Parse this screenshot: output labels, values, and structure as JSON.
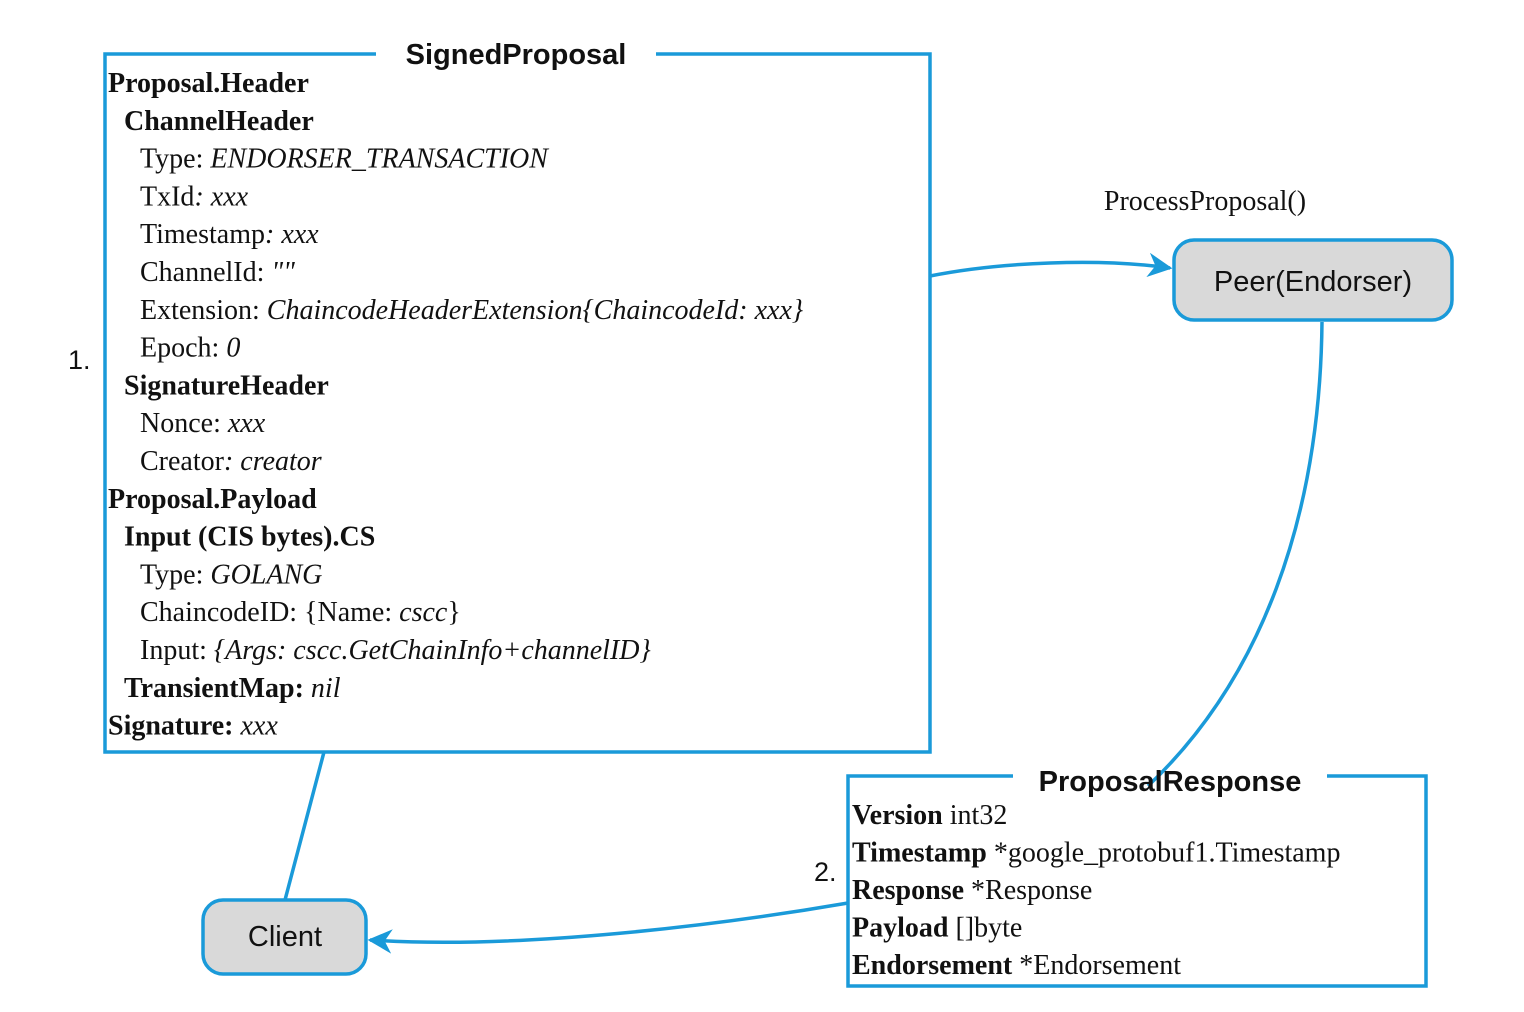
{
  "signed_proposal": {
    "title": "SignedProposal",
    "step": "1.",
    "lines": [
      {
        "indent": 0,
        "parts": [
          {
            "t": "Proposal.Header",
            "s": "b"
          }
        ]
      },
      {
        "indent": 1,
        "parts": [
          {
            "t": "ChannelHeader",
            "s": "b"
          }
        ]
      },
      {
        "indent": 2,
        "parts": [
          {
            "t": "Type: "
          },
          {
            "t": "ENDORSER_TRANSACTION",
            "s": "i"
          }
        ]
      },
      {
        "indent": 2,
        "parts": [
          {
            "t": "TxId"
          },
          {
            "t": ": xxx",
            "s": "i"
          }
        ]
      },
      {
        "indent": 2,
        "parts": [
          {
            "t": "Timestamp"
          },
          {
            "t": ": xxx",
            "s": "i"
          }
        ]
      },
      {
        "indent": 2,
        "parts": [
          {
            "t": "ChannelId: "
          },
          {
            "t": "\"\"",
            "s": "i"
          }
        ]
      },
      {
        "indent": 2,
        "parts": [
          {
            "t": "Extension: "
          },
          {
            "t": "ChaincodeHeaderExtension{ChaincodeId: xxx}",
            "s": "i"
          }
        ]
      },
      {
        "indent": 2,
        "parts": [
          {
            "t": "Epoch: "
          },
          {
            "t": "0",
            "s": "i"
          }
        ]
      },
      {
        "indent": 1,
        "parts": [
          {
            "t": "SignatureHeader",
            "s": "b"
          }
        ]
      },
      {
        "indent": 2,
        "parts": [
          {
            "t": "Nonce: "
          },
          {
            "t": "xxx",
            "s": "i"
          }
        ]
      },
      {
        "indent": 2,
        "parts": [
          {
            "t": "Creator"
          },
          {
            "t": ": creator",
            "s": "i"
          }
        ]
      },
      {
        "indent": 0,
        "parts": [
          {
            "t": "Proposal.Payload",
            "s": "b"
          }
        ]
      },
      {
        "indent": 1,
        "parts": [
          {
            "t": "Input (CIS bytes).CS",
            "s": "b"
          }
        ]
      },
      {
        "indent": 2,
        "parts": [
          {
            "t": "Type: "
          },
          {
            "t": "GOLANG",
            "s": "i"
          }
        ]
      },
      {
        "indent": 2,
        "parts": [
          {
            "t": "ChaincodeID: {Name: "
          },
          {
            "t": "cscc",
            "s": "i"
          },
          {
            "t": "}"
          }
        ]
      },
      {
        "indent": 2,
        "parts": [
          {
            "t": "Input: "
          },
          {
            "t": "{Args: cscc.GetChainInfo+channelID}",
            "s": "i"
          }
        ]
      },
      {
        "indent": 1,
        "parts": [
          {
            "t": "TransientMap:",
            "s": "b"
          },
          {
            "t": " nil",
            "s": "i"
          }
        ]
      },
      {
        "indent": 0,
        "parts": [
          {
            "t": "Signature:",
            "s": "b"
          },
          {
            "t": " xxx",
            "s": "i"
          }
        ]
      }
    ]
  },
  "proposal_response": {
    "title": "ProposalResponse",
    "step": "2.",
    "lines": [
      {
        "parts": [
          {
            "t": "Version",
            "s": "b"
          },
          {
            "t": " int32"
          }
        ]
      },
      {
        "parts": [
          {
            "t": "Timestamp",
            "s": "b"
          },
          {
            "t": " *google_protobuf1.Timestamp"
          }
        ]
      },
      {
        "parts": [
          {
            "t": "Response",
            "s": "b"
          },
          {
            "t": " *Response"
          }
        ]
      },
      {
        "parts": [
          {
            "t": "Payload",
            "s": "b"
          },
          {
            "t": " []byte"
          }
        ]
      },
      {
        "parts": [
          {
            "t": "Endorsement",
            "s": "b"
          },
          {
            "t": " *Endorsement"
          }
        ]
      }
    ]
  },
  "nodes": {
    "peer": "Peer(Endorser)",
    "client": "Client"
  },
  "edge_label": "ProcessProposal()",
  "colors": {
    "accent": "#1a9ad9",
    "node_fill": "#d9d9d9"
  }
}
